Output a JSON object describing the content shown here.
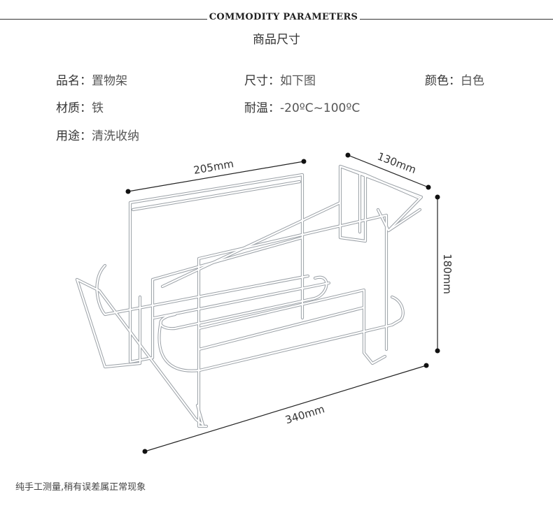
{
  "header": {
    "title_en": "COMMODITY PARAMETERS",
    "title_cn": "商品尺寸"
  },
  "params": {
    "name": {
      "label": "品名：",
      "value": "置物架"
    },
    "size": {
      "label": "尺寸：",
      "value": "如下图"
    },
    "color": {
      "label": "颜色：",
      "value": "白色"
    },
    "material": {
      "label": "材质：",
      "value": "铁"
    },
    "heat": {
      "label": "耐温：",
      "value": "-20ºC~100ºC"
    },
    "usage": {
      "label": "用途：",
      "value": "清洗收纳"
    }
  },
  "dimensions": {
    "width_top": "205mm",
    "depth": "130mm",
    "height": "180mm",
    "length": "340mm"
  },
  "footnote": "纯手工测量,稍有误差属正常现象",
  "colors": {
    "text": "#333333",
    "wire": "#ffffff",
    "wire_outline": "#9aa0a6"
  }
}
